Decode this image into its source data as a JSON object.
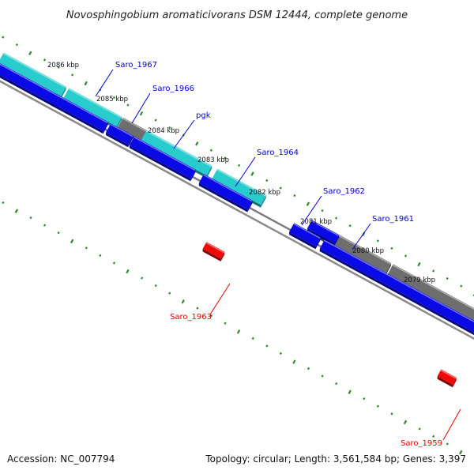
{
  "title": "Novosphingobium aromaticivorans DSM 12444, complete genome",
  "footer": {
    "accession": "Accession: NC_007794",
    "summary": "Topology: circular; Length: 3,561,584 bp; Genes: 3,397"
  },
  "colors": {
    "background": "#ffffff",
    "backbone": "#8a8a8a",
    "cds": "#0a0ae6",
    "rna": "#29cccc",
    "noncoding": "#6e6e6e",
    "reverse": "#ee0a0a",
    "label_forward": "#0000cc",
    "label_reverse": "#dd0000",
    "ticks": "#2a8a2a"
  },
  "ticks": [
    "2086 kbp",
    "2085 kbp",
    "2084 kbp",
    "2083 kbp",
    "2082 kbp",
    "2081 kbp",
    "2080 kbp",
    "2079 kbp"
  ],
  "genes": [
    {
      "label": "Saro_1967",
      "strand": "forward"
    },
    {
      "label": "Saro_1966",
      "strand": "forward"
    },
    {
      "label": "pgk",
      "strand": "forward"
    },
    {
      "label": "Saro_1964",
      "strand": "forward"
    },
    {
      "label": "Saro_1962",
      "strand": "forward"
    },
    {
      "label": "Saro_1961",
      "strand": "forward"
    },
    {
      "label": "Saro_1963",
      "strand": "reverse"
    },
    {
      "label": "Saro_1959",
      "strand": "reverse"
    }
  ]
}
